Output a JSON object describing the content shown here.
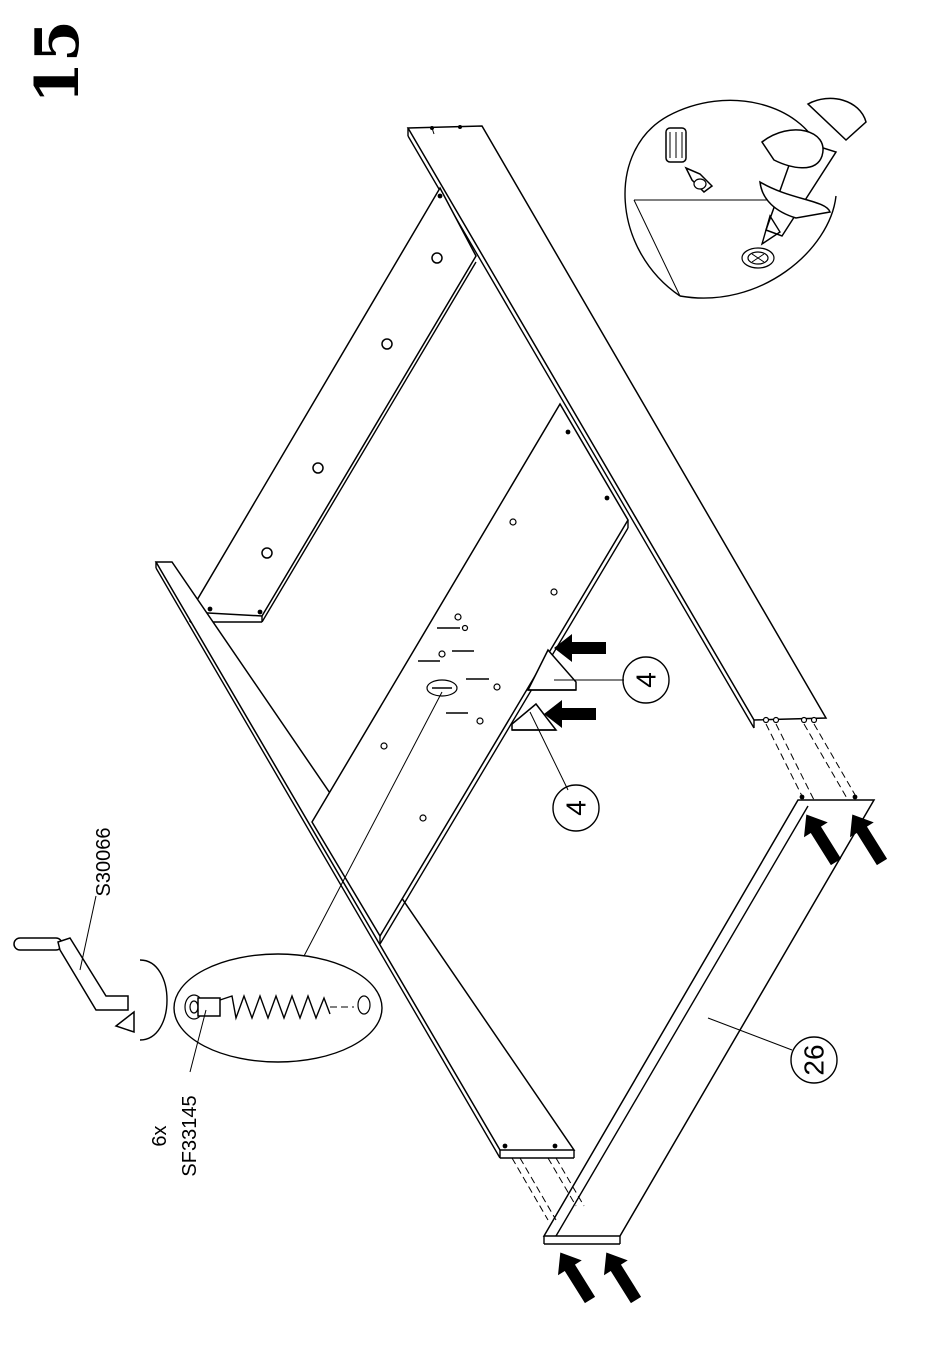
{
  "step": {
    "number": "15"
  },
  "tool": {
    "code": "S30066"
  },
  "hardware": {
    "quantity": "6x",
    "code": "SF33145"
  },
  "parts": [
    {
      "id": "4"
    },
    {
      "id": "4"
    },
    {
      "id": "26"
    }
  ]
}
